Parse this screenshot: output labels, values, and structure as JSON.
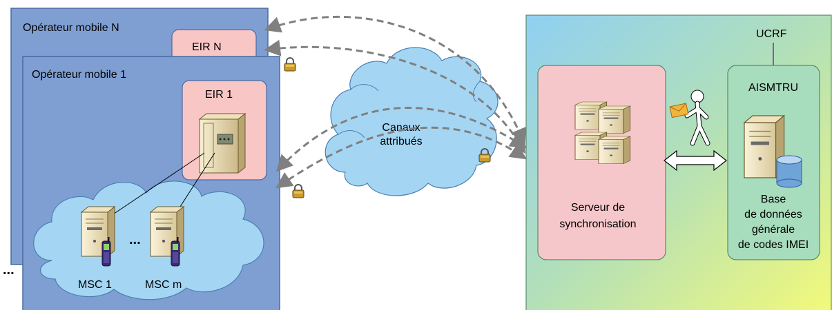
{
  "operator_n": {
    "title": "Opérateur mobile N",
    "eir_label": "EIR N"
  },
  "operator_1": {
    "title": "Opérateur mobile 1",
    "eir_label": "EIR 1"
  },
  "msc": {
    "first": "MSC 1",
    "last": "MSC m",
    "between": "..."
  },
  "left_ellipsis": "...",
  "channels": {
    "line1": "Canaux",
    "line2": "attribués"
  },
  "ucrf": {
    "label": "UCRF"
  },
  "sync_server": {
    "line1": "Serveur de",
    "line2": "synchronisation"
  },
  "aismtru": {
    "title": "AISMTRU",
    "db_lines": [
      "Base",
      "de données",
      "générale",
      "de codes IMEI"
    ]
  },
  "colors": {
    "operator_fill": "#7f9fd3",
    "eir_fill": "#f9c6c6",
    "cloud_fill": "#a4d6f4",
    "arrow": "#808080",
    "sync_fill": "#f6c7ca",
    "aismtru_fill": "#a7dcbc",
    "ucrf_line": "#7030a0"
  }
}
